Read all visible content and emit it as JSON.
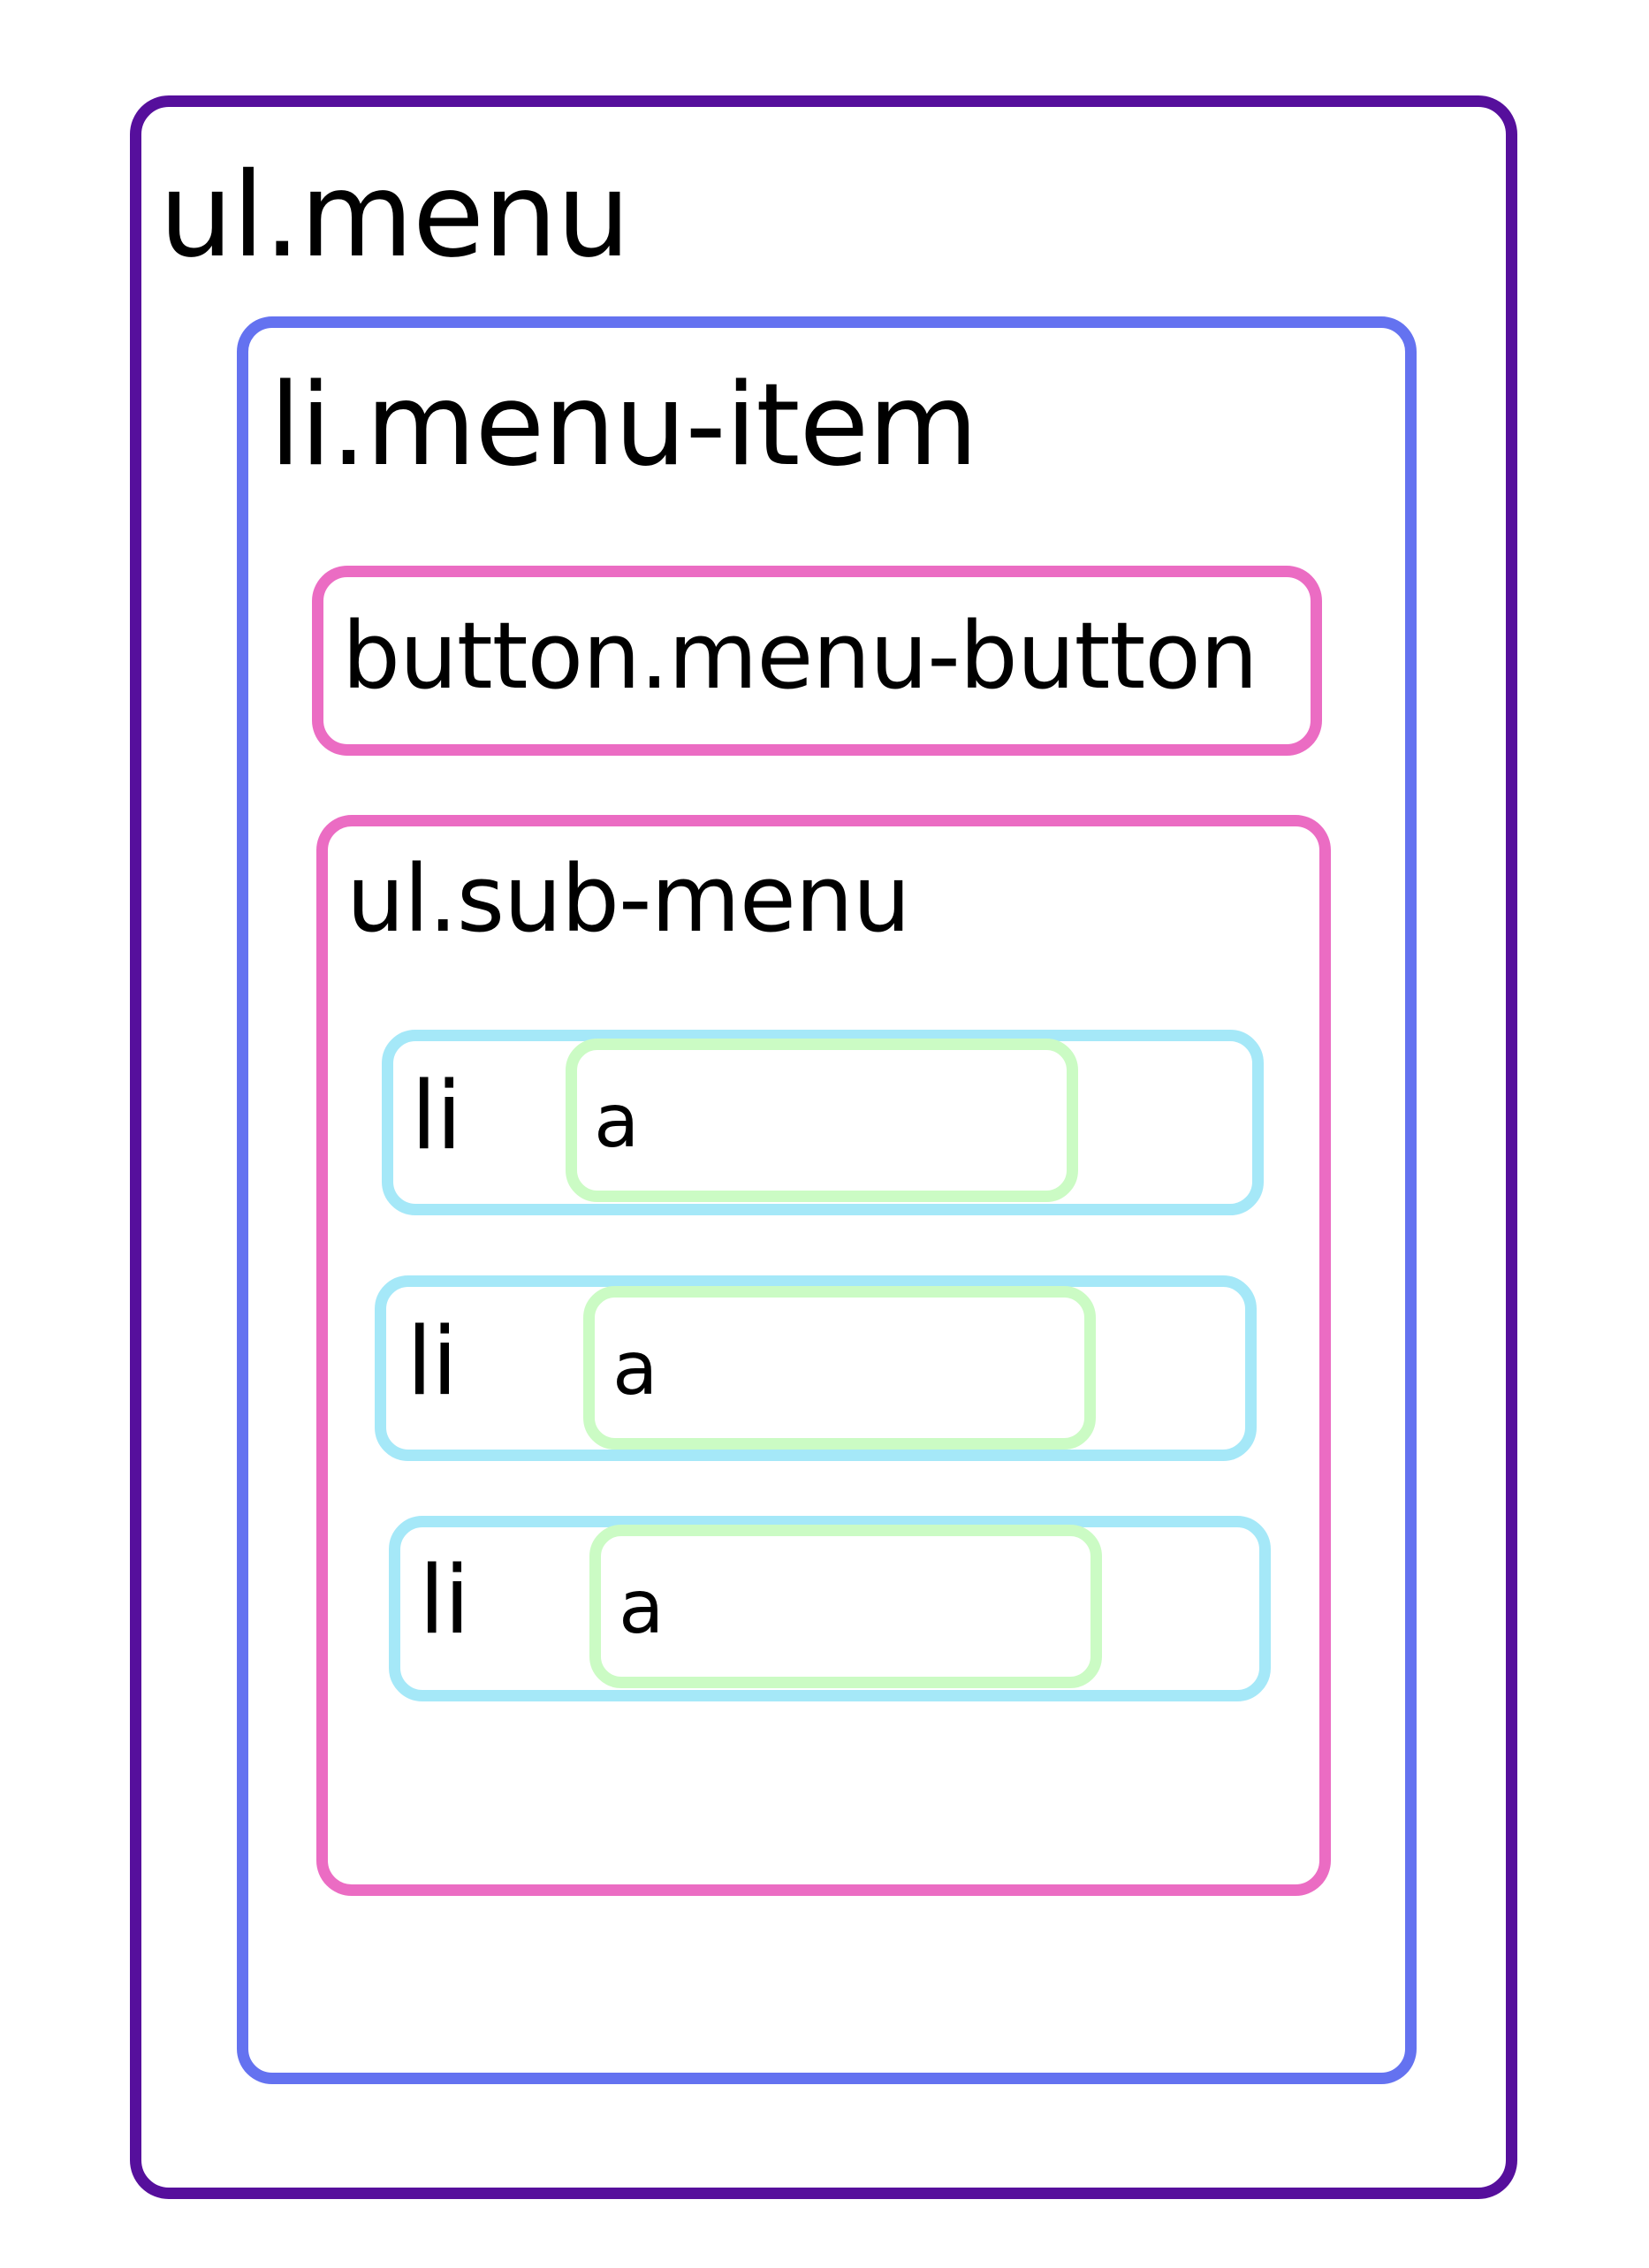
{
  "diagram": {
    "menu": {
      "label": "ul.menu",
      "color": "#560f9c"
    },
    "menu_item": {
      "label": "li.menu-item",
      "color": "#6472f0"
    },
    "menu_button": {
      "label": "button.menu-button",
      "color": "#eb6cc3"
    },
    "sub_menu": {
      "label": "ul.sub-menu",
      "color": "#eb6cc3",
      "items": [
        {
          "li_label": "li",
          "a_label": "a"
        },
        {
          "li_label": "li",
          "a_label": "a"
        },
        {
          "li_label": "li",
          "a_label": "a"
        }
      ]
    },
    "li_color": "#a5e8f8",
    "a_color": "#cbfbc4"
  }
}
